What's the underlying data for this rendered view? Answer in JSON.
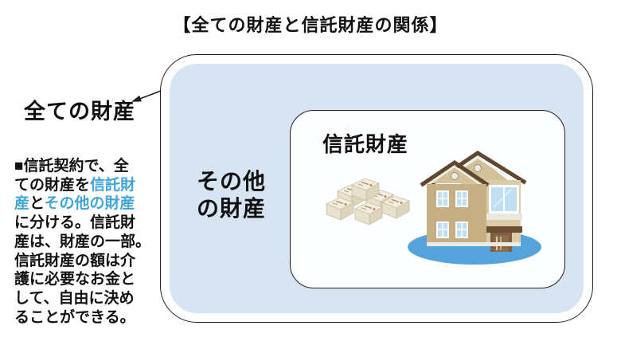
{
  "title": "【全ての財産と信託財産の関係】",
  "annotation": {
    "label": "全ての財産",
    "arrow_icon": "arrow-pointing-from-box-to-label"
  },
  "description": {
    "lines": [
      [
        {
          "t": "■信託契約で、全"
        }
      ],
      [
        {
          "t": "ての財産を"
        },
        {
          "t": "信託財",
          "c": "blue"
        }
      ],
      [
        {
          "t": "産",
          "c": "blue"
        },
        {
          "t": "と"
        },
        {
          "t": "その他の財産",
          "c": "blue"
        }
      ],
      [
        {
          "t": "に分ける。信託財"
        }
      ],
      [
        {
          "t": "産は、財産の一部。"
        }
      ],
      [
        {
          "t": "信託財産の額は介"
        }
      ],
      [
        {
          "t": "護に必要なお金と"
        }
      ],
      [
        {
          "t": "して、自由に決め"
        }
      ],
      [
        {
          "t": "ることができる。"
        }
      ]
    ]
  },
  "diagram": {
    "outer_label": "その他\nの財産",
    "inner_label": "信託財産",
    "icons": {
      "money": "money-stacks-icon",
      "house": "house-icon",
      "base": "blue-ellipse-base"
    }
  },
  "colors": {
    "accent_blue": "#3FA5D8",
    "box_fill_blue": "#D7E5F2",
    "outline": "#1F1F1F",
    "text_black": "#111111",
    "ellipse_blue": "#54A3DA",
    "wall_dark": "#C6B083",
    "wall_light": "#DACCA7",
    "roof_brown": "#5E4631",
    "door_brown": "#7F5F3D",
    "glass": "#BFDFF2",
    "money_top": "#F2EDDF"
  }
}
